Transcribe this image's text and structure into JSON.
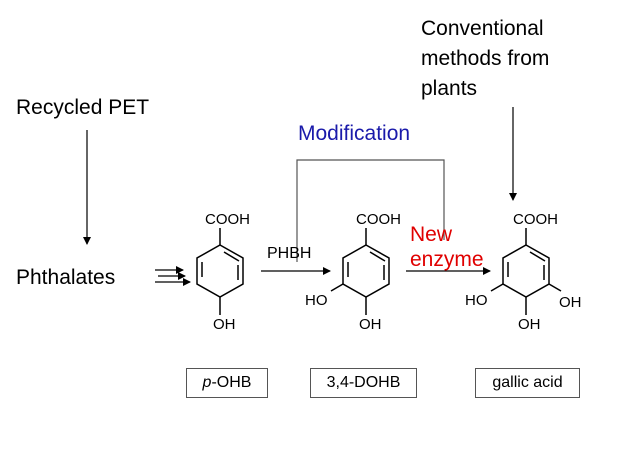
{
  "labels": {
    "recycled_pet": "Recycled PET",
    "conventional": "Conventional\nmethods from\nplants",
    "modification": "Modification",
    "phthalates": "Phthalates",
    "phbh": "PHBH",
    "new_enzyme": "New\nenzyme"
  },
  "groups": {
    "cooh": "COOH",
    "oh": "OH",
    "ho": "HO"
  },
  "compounds": {
    "pohb_prefix": "p",
    "pohb_rest": "-OHB",
    "dohb": "3,4-DOHB",
    "gallic": "gallic acid"
  },
  "colors": {
    "modification": "#1a1aaa",
    "new_enzyme": "#e00000",
    "text": "#000000"
  }
}
